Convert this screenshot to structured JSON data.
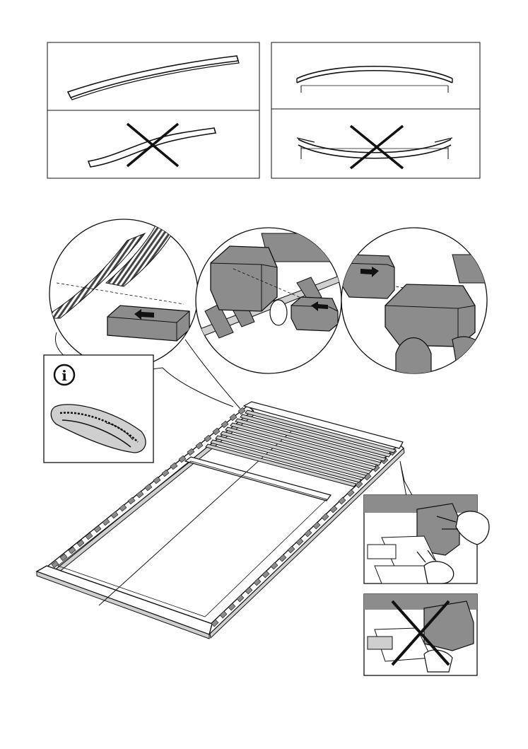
{
  "page": {
    "background": "#ffffff",
    "ink": "#111111",
    "shade": "#8c8c8c",
    "light_shade": "#cfcfcf"
  },
  "figures": {
    "slat_orientation_panel": {
      "rows": [
        "correct-slat-curve",
        "incorrect-slat-curve"
      ],
      "icons": [
        "check-implied",
        "cross-icon"
      ]
    },
    "frame_orientation_panel": {
      "rows": [
        "correct-arc-up",
        "incorrect-arc-down"
      ],
      "icons": [
        "check-implied",
        "cross-icon"
      ]
    },
    "magnifier_circles": [
      "slat-end-detail",
      "slat-holder-insert-detail",
      "slat-holder-push-detail"
    ],
    "info_box": {
      "icon": "info-icon",
      "glyph": "i"
    },
    "bed_base": {
      "description_icon": "slatted-bed-base"
    },
    "hand_detail_panels": [
      "correct-hand-press",
      "incorrect-hand-press"
    ]
  }
}
